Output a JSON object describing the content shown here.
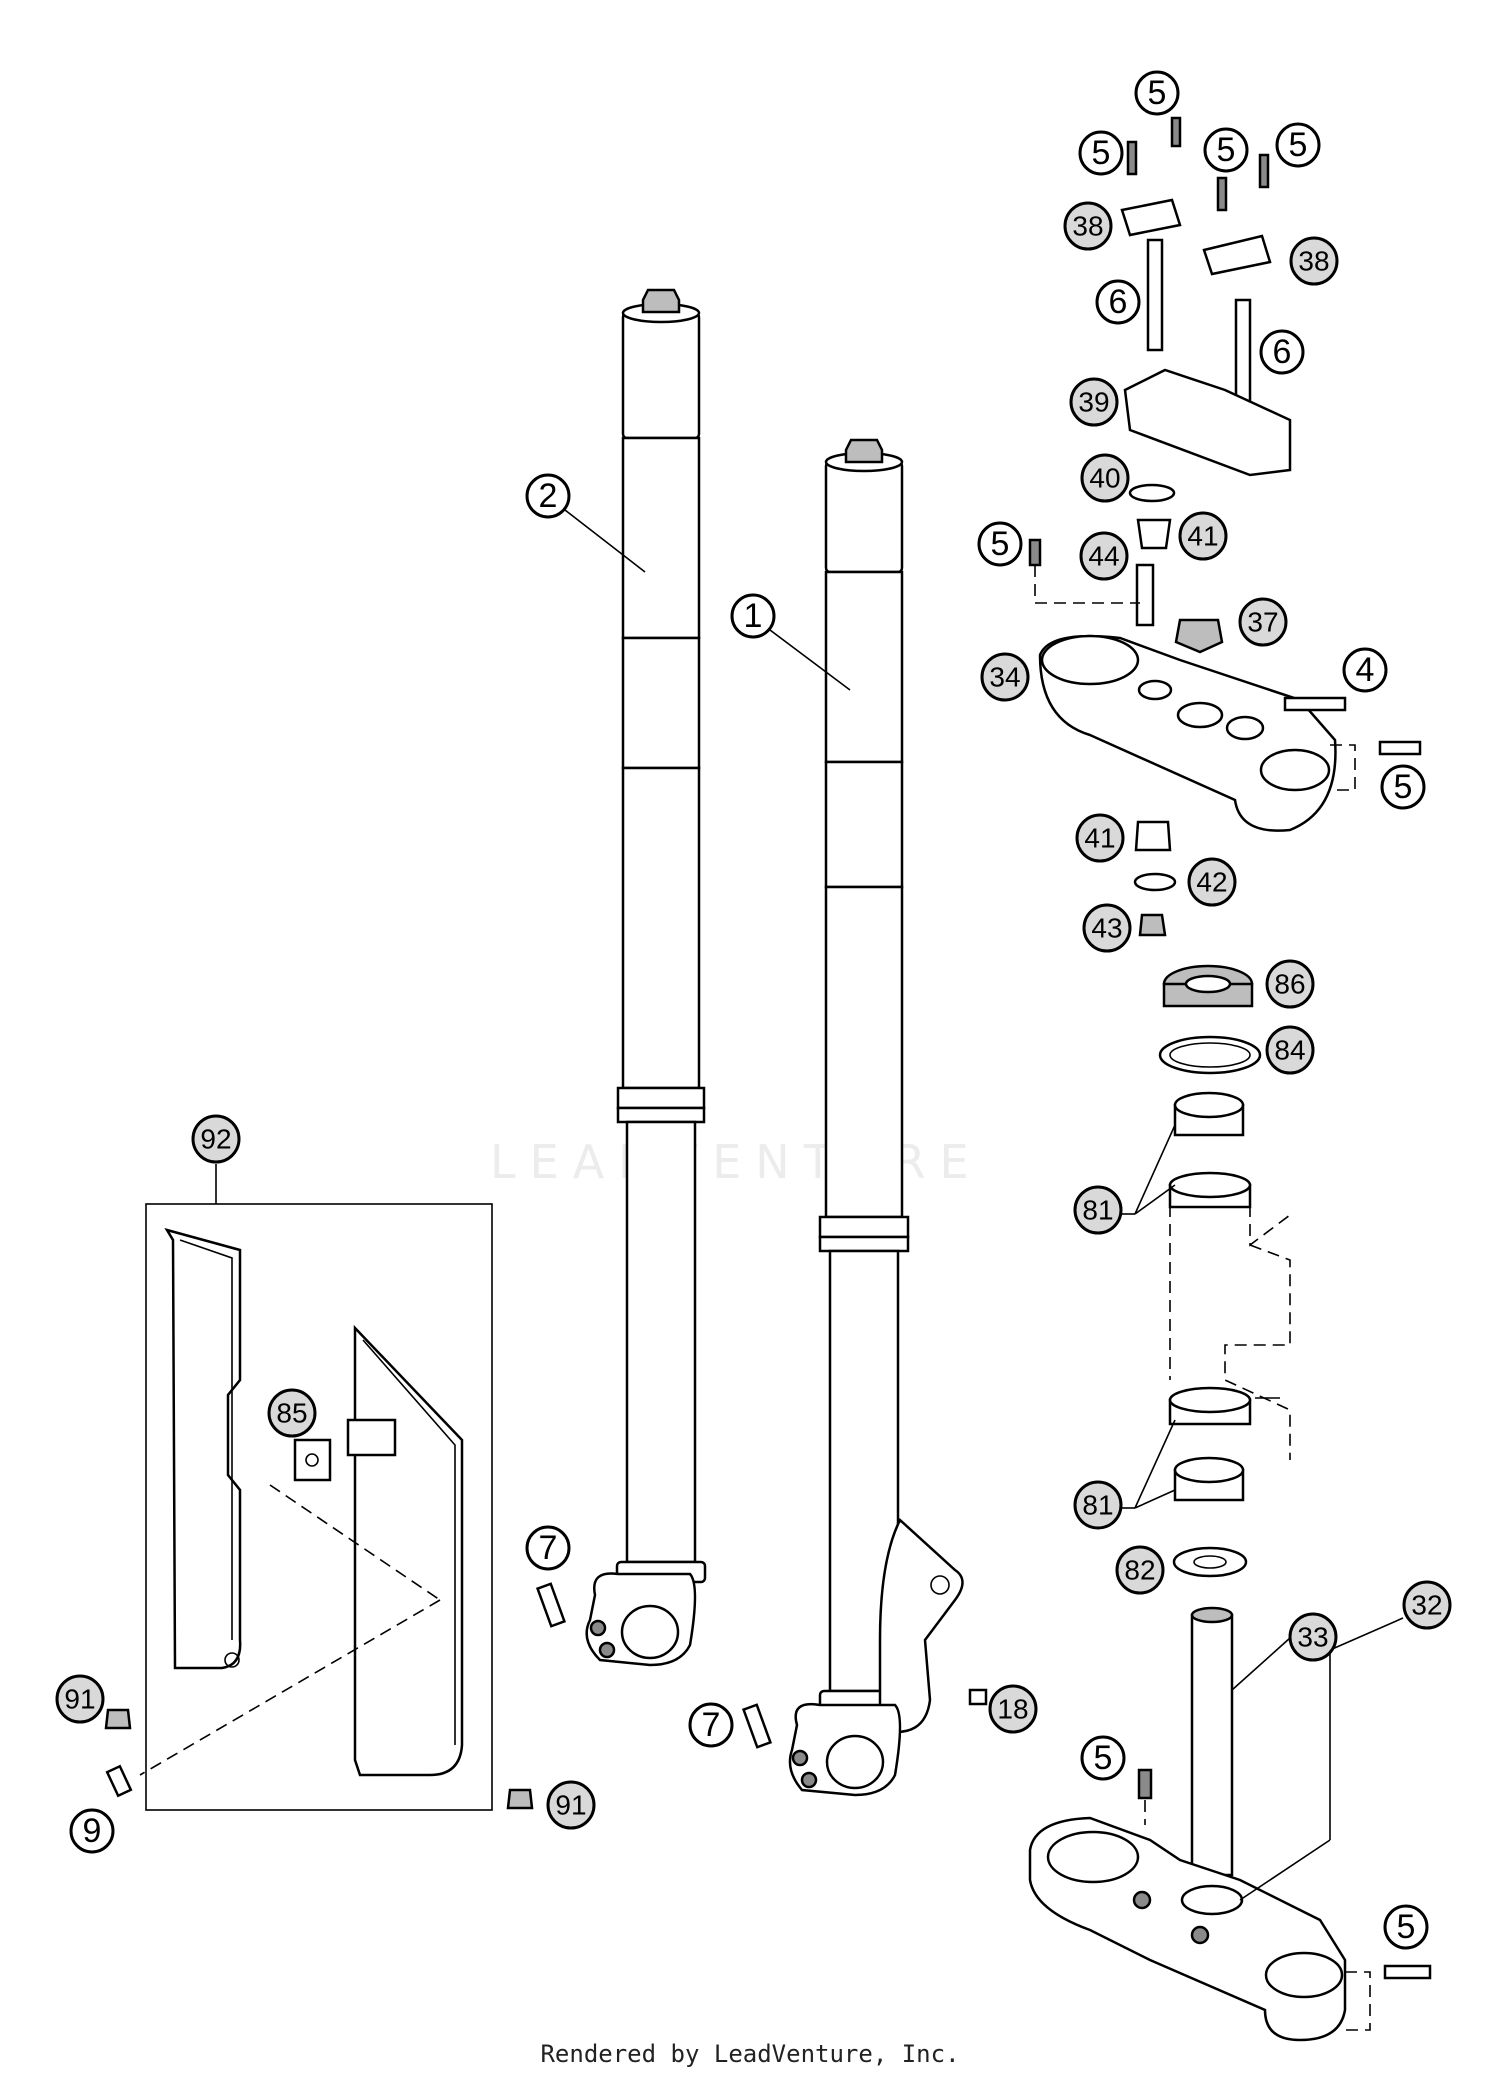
{
  "footer": "Rendered by LeadVenture, Inc.",
  "watermark": "LEADVENTURE",
  "callouts": {
    "c5a": "5",
    "c5b": "5",
    "c5c": "5",
    "c5d": "5",
    "c38a": "38",
    "c38b": "38",
    "c6a": "6",
    "c6b": "6",
    "c39": "39",
    "c40": "40",
    "c41a": "41",
    "c5e": "5",
    "c44": "44",
    "c37": "37",
    "c34": "34",
    "c4": "4",
    "c5f": "5",
    "c41b": "41",
    "c42": "42",
    "c43": "43",
    "c86": "86",
    "c84": "84",
    "c81a": "81",
    "c81b": "81",
    "c82": "82",
    "c32": "32",
    "c33": "33",
    "c5g": "5",
    "c5h": "5",
    "c2": "2",
    "c1": "1",
    "c92": "92",
    "c85": "85",
    "c7a": "7",
    "c7b": "7",
    "c18": "18",
    "c91a": "91",
    "c91b": "91",
    "c9": "9"
  }
}
